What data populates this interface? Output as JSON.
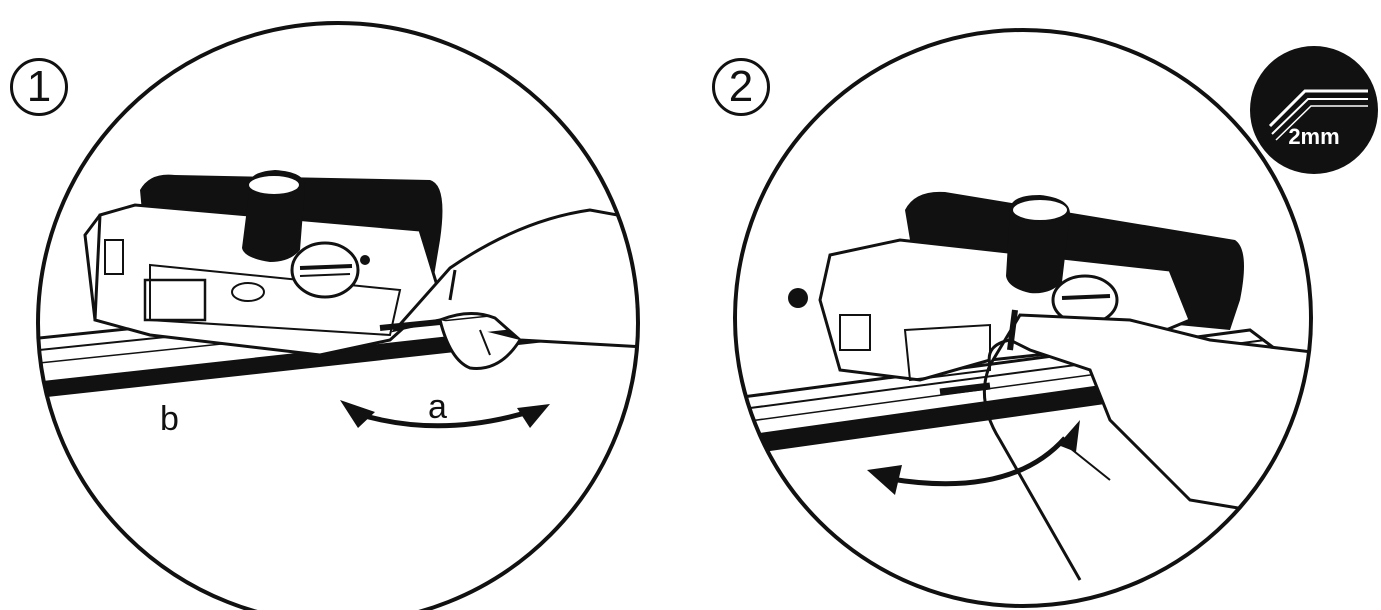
{
  "steps": [
    {
      "number": "1",
      "labels": {
        "a": "a",
        "b": "b"
      }
    },
    {
      "number": "2",
      "inset": {
        "tool": "allen-key",
        "size_label": "2mm"
      }
    }
  ],
  "colors": {
    "line": "#111111",
    "background": "#ffffff"
  }
}
